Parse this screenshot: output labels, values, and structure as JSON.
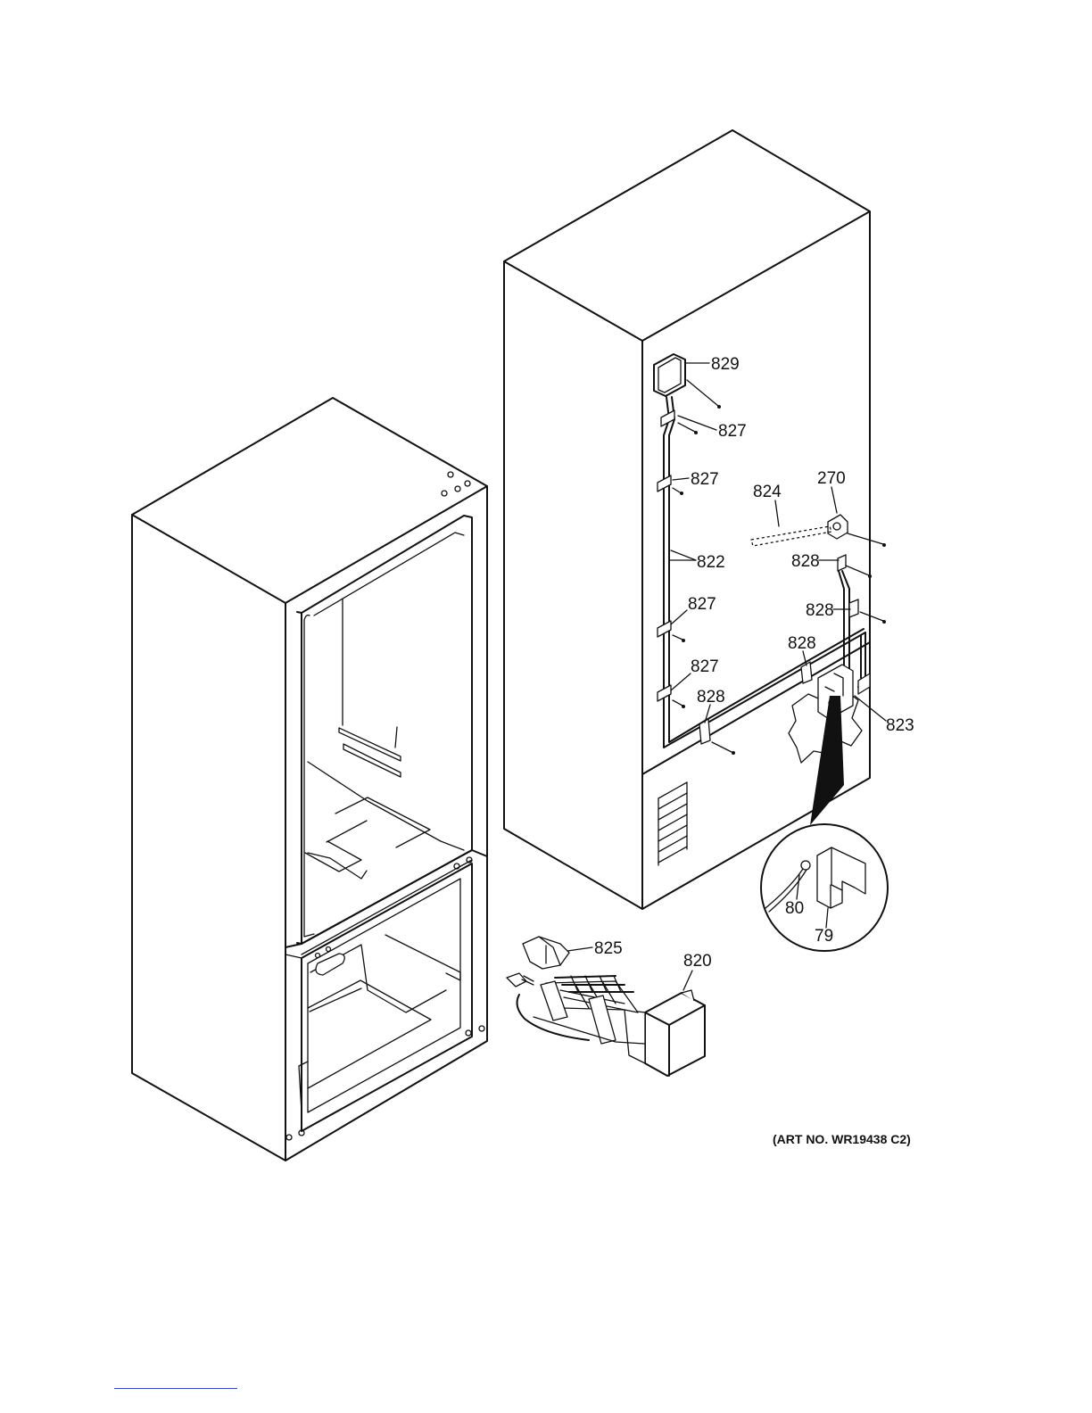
{
  "diagram": {
    "art_number": "(ART NO. WR19438 C2)",
    "callouts": {
      "c829": "829",
      "c827a": "827",
      "c827b": "827",
      "c827c": "827",
      "c827d": "827",
      "c822": "822",
      "c824": "824",
      "c270": "270",
      "c828a": "828",
      "c828b": "828",
      "c828c": "828",
      "c828d": "828",
      "c823": "823",
      "c825": "825",
      "c820": "820",
      "c80": "80",
      "c79": "79"
    }
  }
}
